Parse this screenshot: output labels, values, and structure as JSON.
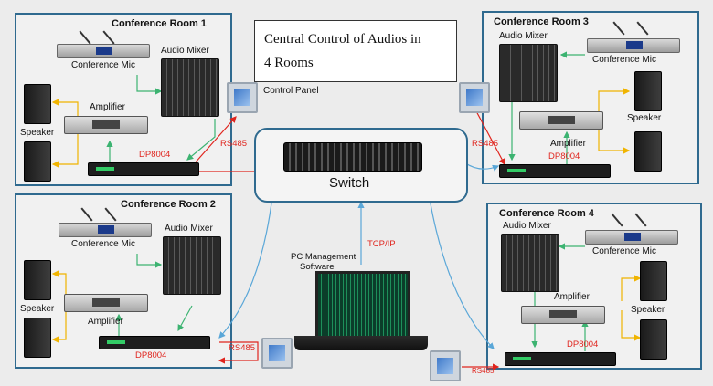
{
  "title": {
    "line1": "Central Control of Audios in",
    "line2": "4 Rooms"
  },
  "rooms": {
    "r1": "Conference Room 1",
    "r2": "Conference Room 2",
    "r3": "Conference Room 3",
    "r4": "Conference Room 4"
  },
  "labels": {
    "conference_mic": "Conference  Mic",
    "audio_mixer": "Audio Mixer",
    "amplifier": "Amplifier",
    "speaker": "Speaker",
    "dp": "DP8004",
    "rs485": "RS485",
    "control_panel": "Control Panel",
    "switch": "Switch",
    "tcpip": "TCP/IP",
    "pc_line1": "PC Management",
    "pc_line2": "Software"
  },
  "colors": {
    "border": "#2f6a8f",
    "audio_line": "#3cb371",
    "speaker_line": "#f0b400",
    "rs485_line": "#e0251e",
    "network_line": "#5aa7d8"
  }
}
